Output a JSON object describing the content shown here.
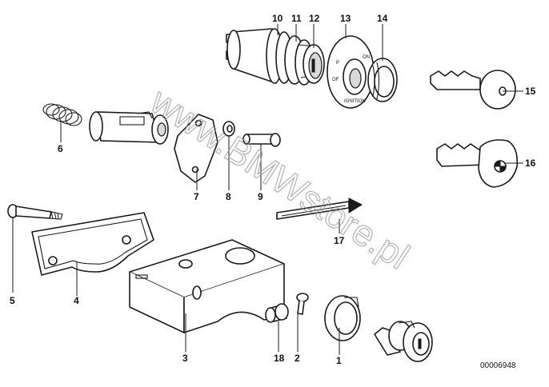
{
  "watermark": "www.BMWstore.pl",
  "diagram_code": "00006948",
  "labels": {
    "p1": "1",
    "p2": "2",
    "p3": "3",
    "p4": "4",
    "p5": "5",
    "p6": "6",
    "p7": "7",
    "p8": "8",
    "p9": "9",
    "p10": "10",
    "p11": "11",
    "p12": "12",
    "p13": "13",
    "p14": "14",
    "p15": "15",
    "p16": "16",
    "p17": "17",
    "p18": "18"
  },
  "switch_markings": {
    "p": "P",
    "on": "ON",
    "off": "OF",
    "ignition": "IGNITION"
  },
  "colors": {
    "ink": "#1a1a1a",
    "watermark": "#9a9a9a",
    "background": "#ffffff"
  }
}
